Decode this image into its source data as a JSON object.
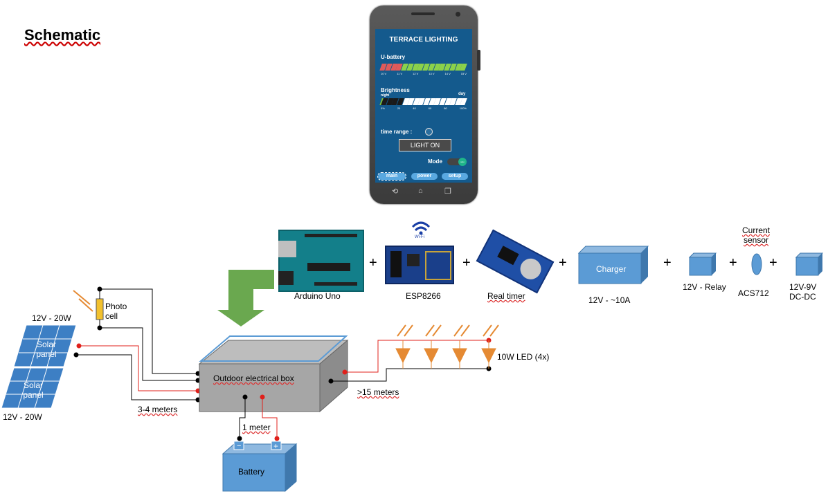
{
  "title": "Schematic",
  "phone": {
    "app_title": "TERRACE LIGHTING",
    "u_battery_label": "U-battery",
    "u_battery_ticks": [
      "10 V",
      "11 V",
      "12 V",
      "13 V",
      "14 V",
      "15 V"
    ],
    "brightness_label": "Brightness",
    "night_label": "night",
    "day_label": "day",
    "brightness_ticks": [
      "0%",
      "20",
      "40",
      "60",
      "80",
      "100%"
    ],
    "time_range_label": "time range :",
    "light_button": "LIGHT ON",
    "mode_label": "Mode",
    "toggle_text": "auto",
    "tabs": [
      "main",
      "power",
      "setup"
    ]
  },
  "components": {
    "arduino": "Arduino Uno",
    "esp": "ESP8266",
    "wifi_text": "Wi-Fi",
    "rtc": "Real timer",
    "charger": "Charger",
    "charger_spec": "12V - ~10A",
    "relay": "12V - Relay",
    "current_sensor": "Current sensor",
    "acs": "ACS712",
    "dcdc": "12V-9V\nDC-DC"
  },
  "diagram": {
    "photo_cell": "Photo cell",
    "solar_top_power": "12V - 20W",
    "solar_bottom_power": "12V - 20W",
    "solar_label": "Solar panel",
    "box_label": "Outdoor electrical box",
    "wire_solar": "3-4 meters",
    "wire_led": ">15 meters",
    "wire_battery": "1 meter",
    "battery": "Battery",
    "led_label": "10W LED (4x)"
  },
  "colors": {
    "wire_red": "#e0201b",
    "wire_black": "#000000",
    "led_orange": "#e58a33",
    "arrow_green": "#6aa84f",
    "part_blue": "#5b9bd5"
  }
}
